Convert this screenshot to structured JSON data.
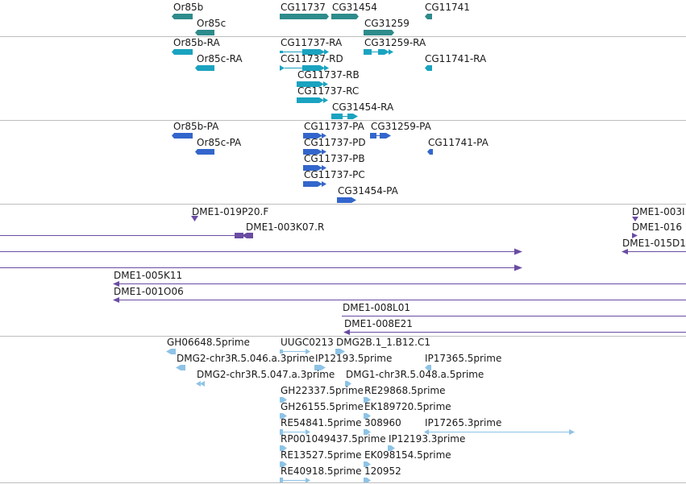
{
  "colors": {
    "gene": "#2e8b8b",
    "mrna": "#1aa3c0",
    "protein": "#3366cc",
    "clone": "#6a4ca3",
    "est": "#8ec3e6",
    "divider": "#bdbdbd"
  },
  "tracks": {
    "genes": {
      "labels": [
        "Or85b",
        "Or85c",
        "CG11737",
        "CG31454",
        "CG31259",
        "CG11741"
      ]
    },
    "transcripts": {
      "labels": [
        "Or85b-RA",
        "Or85c-RA",
        "CG11737-RA",
        "CG11737-RD",
        "CG11737-RB",
        "CG11737-RC",
        "CG31454-RA",
        "CG31259-RA",
        "CG11741-RA"
      ]
    },
    "proteins": {
      "labels": [
        "Or85b-PA",
        "Or85c-PA",
        "CG11737-PA",
        "CG11737-PD",
        "CG11737-PB",
        "CG11737-PC",
        "CG31454-PA",
        "CG31259-PA",
        "CG11741-PA"
      ]
    },
    "clones": {
      "labels": [
        "DME1-019P20.F",
        "DME1-003K07.R",
        "DME1-005K11",
        "DME1-001O06",
        "DME1-008L01",
        "DME1-008E21",
        "DME1-003I",
        "DME1-016",
        "DME1-015D1"
      ]
    },
    "ests": {
      "labels": [
        "GH06648.5prime",
        "UUGC0213",
        "DMG2B.1_1.B12.C1",
        "DMG2-chr3R.5.046.a.3prime",
        "IP12193.5prime",
        "IP17365.5prime",
        "DMG2-chr3R.5.047.a.3prime",
        "DMG1-chr3R.5.048.a.5prime",
        "GH22337.5prime",
        "RE29868.5prime",
        "GH26155.5prime",
        "EK189720.5prime",
        "RE54841.5prime",
        "308960",
        "IP17265.3prime",
        "RP001049437.5prime",
        "IP12193.3prime",
        "RE13527.5prime",
        "EK098154.5prime",
        "RE40918.5prime",
        "120952"
      ]
    }
  }
}
